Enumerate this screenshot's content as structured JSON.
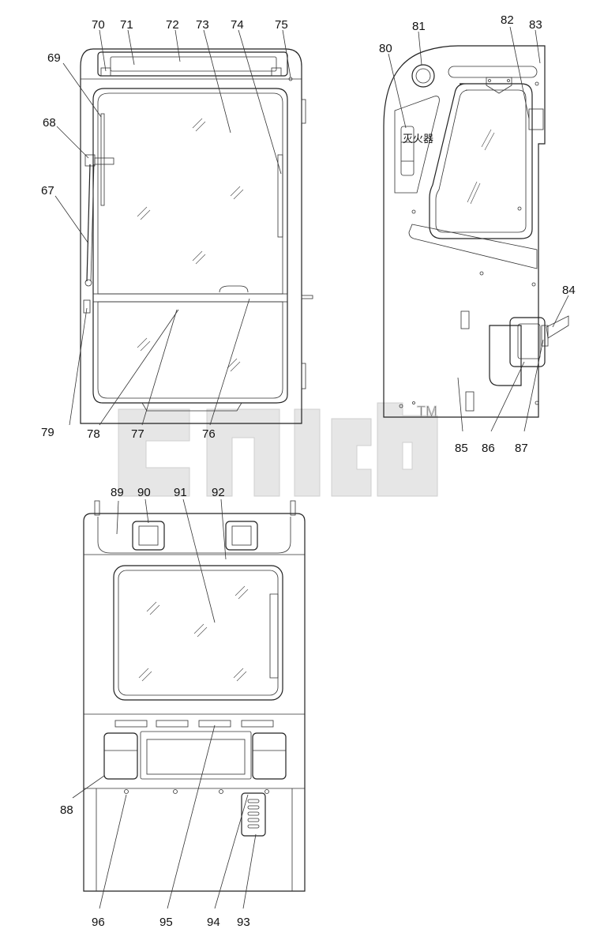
{
  "callouts": [
    "67",
    "68",
    "69",
    "70",
    "71",
    "72",
    "73",
    "74",
    "75",
    "76",
    "77",
    "78",
    "79",
    "80",
    "81",
    "82",
    "83",
    "84",
    "85",
    "86",
    "87",
    "88",
    "89",
    "90",
    "91",
    "92",
    "93",
    "94",
    "95",
    "96"
  ],
  "extinguisher_label": "灭火器",
  "watermark": {
    "trademark": "TM"
  },
  "colors": {
    "line": "#222222",
    "watermark": "#e4e4e4",
    "background": "#ffffff"
  }
}
